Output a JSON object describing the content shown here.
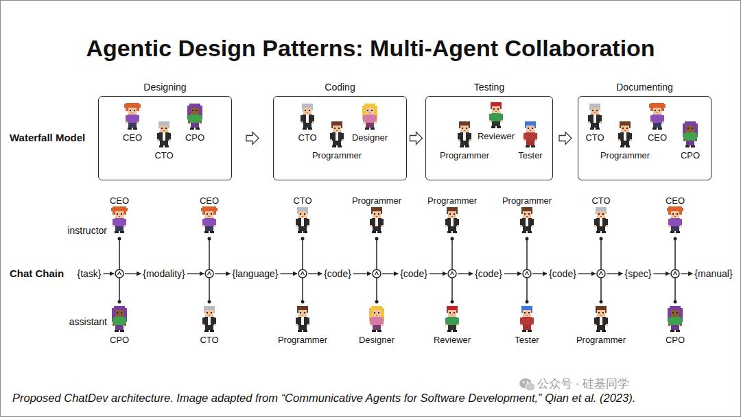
{
  "diagram": {
    "title": "Agentic Design Patterns: Multi-Agent Collaboration",
    "caption": "Proposed ChatDev architecture. Image adapted from “Communicative Agents for Software Development,” Qian et al. (2023).",
    "nodes": [
      {
        "text": [
          "Designing"
        ]
      },
      {
        "text": [
          "CEO"
        ],
        "in": 0
      },
      {
        "text": [
          "CTO"
        ],
        "in": 0
      },
      {
        "text": [
          "CPO"
        ],
        "in": 0
      },
      {
        "text": [
          "Coding"
        ]
      },
      {
        "text": [
          "CTO"
        ],
        "in": 4
      },
      {
        "text": [
          "Designer"
        ],
        "in": 4
      },
      {
        "text": [
          "Programmer"
        ],
        "in": 4
      },
      {
        "text": [
          "Testing"
        ]
      },
      {
        "text": [
          "Reviewer"
        ],
        "in": 8
      },
      {
        "text": [
          "Programmer"
        ],
        "in": 8
      },
      {
        "text": [
          "Tester"
        ],
        "in": 8
      },
      {
        "text": [
          "Documenting"
        ]
      },
      {
        "text": [
          "CTO"
        ],
        "in": 12
      },
      {
        "text": [
          "CEO"
        ],
        "in": 12
      },
      {
        "text": [
          "Programmer"
        ],
        "in": 12
      },
      {
        "text": [
          "CPO"
        ],
        "in": 12
      },
      {
        "text": [
          "CEO"
        ]
      },
      {
        "text": [
          "CEO"
        ]
      },
      {
        "text": [
          "CTO"
        ]
      },
      {
        "text": [
          "Programmer"
        ]
      },
      {
        "text": [
          "Programmer"
        ]
      },
      {
        "text": [
          "Programmer"
        ]
      },
      {
        "text": [
          "CTO"
        ]
      },
      {
        "text": [
          "CEO"
        ]
      },
      {
        "text": [
          "CPO"
        ]
      },
      {
        "text": [
          "CTO"
        ]
      },
      {
        "text": [
          "Programmer"
        ]
      },
      {
        "text": [
          "Designer"
        ]
      },
      {
        "text": [
          "Reviewer"
        ]
      },
      {
        "text": [
          "Tester"
        ]
      },
      {
        "text": [
          "Programmer"
        ]
      },
      {
        "text": [
          "CPO"
        ]
      }
    ],
    "edges": [
      {
        "from": 0,
        "to": 4,
        "arrow": "to"
      },
      {
        "from": 4,
        "to": 8,
        "arrow": "to"
      },
      {
        "from": 8,
        "to": 12,
        "arrow": "to"
      },
      {
        "from": 17,
        "to": 25,
        "arrow": "none"
      },
      {
        "from": 18,
        "to": 26,
        "arrow": "none"
      },
      {
        "from": 19,
        "to": 27,
        "arrow": "none"
      },
      {
        "from": 20,
        "to": 28,
        "arrow": "none"
      },
      {
        "from": 21,
        "to": 29,
        "arrow": "none"
      },
      {
        "from": 22,
        "to": 30,
        "arrow": "none"
      },
      {
        "from": 23,
        "to": 31,
        "arrow": "none"
      },
      {
        "from": 24,
        "to": 32,
        "arrow": "none"
      }
    ],
    "labels": [
      "Waterfall Model",
      "Chat Chain",
      "instructor",
      "assistant",
      "{task}",
      "{modality}",
      "{language}",
      "{code}",
      "{code}",
      "{code}",
      "{code}",
      "{spec}",
      "{manual}",
      "公众号 · 硅基同学"
    ]
  }
}
